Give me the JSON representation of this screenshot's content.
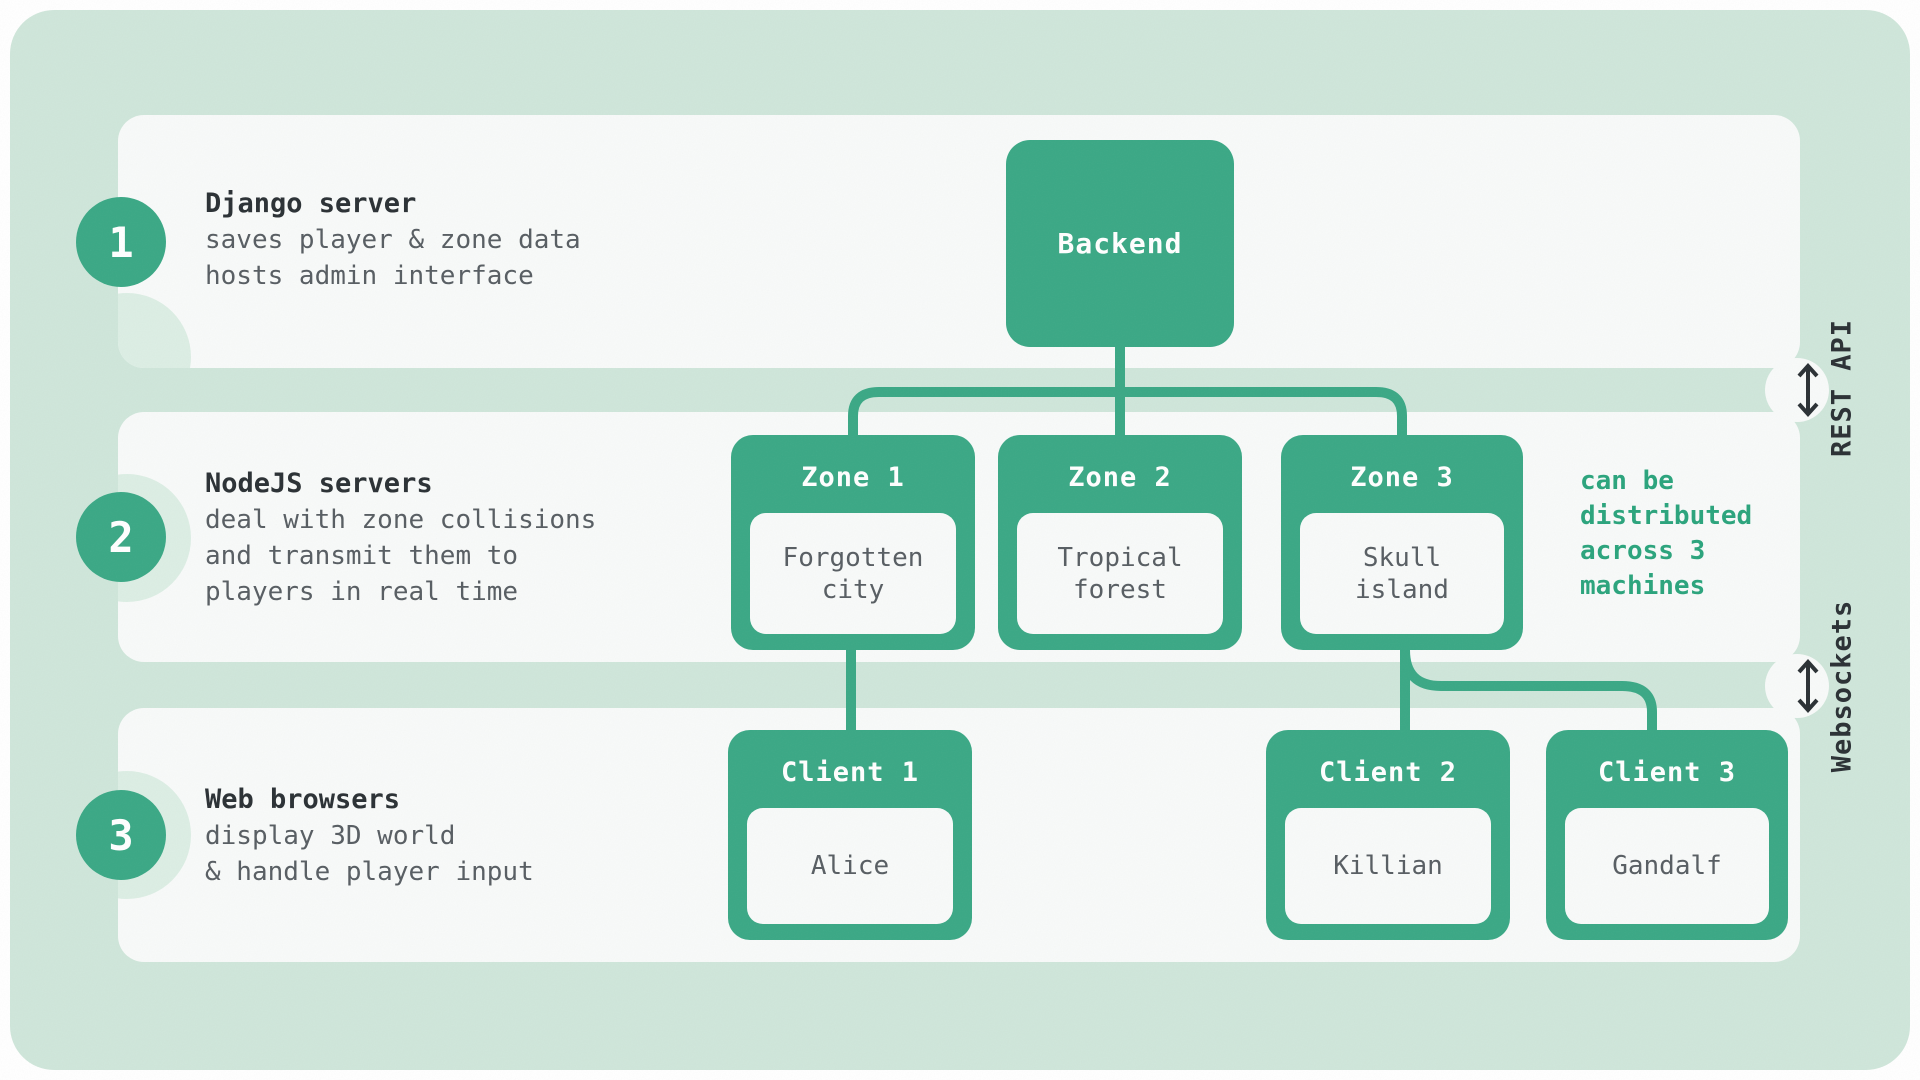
{
  "colors": {
    "mint": "#cfe6da",
    "panel": "#f8faf9",
    "green": "#3aa885",
    "halo": "#dceee4",
    "note": "#2aa47c",
    "ink": "#2a3034",
    "body": "#575d62"
  },
  "layers": [
    {
      "number": "1",
      "title": "Django server",
      "description": [
        "saves player & zone data",
        "hosts admin interface"
      ]
    },
    {
      "number": "2",
      "title": "NodeJS servers",
      "description": [
        "deal with zone collisions",
        "and transmit them to",
        "players in real time"
      ]
    },
    {
      "number": "3",
      "title": "Web browsers",
      "description": [
        "display 3D world",
        "& handle player input"
      ]
    }
  ],
  "nodes": {
    "backend": {
      "label": "Backend"
    },
    "zones": [
      {
        "title": "Zone 1",
        "detail": "Forgotten city"
      },
      {
        "title": "Zone 2",
        "detail": "Tropical forest"
      },
      {
        "title": "Zone 3",
        "detail": "Skull island"
      }
    ],
    "clients": [
      {
        "title": "Client 1",
        "detail": "Alice"
      },
      {
        "title": "Client 2",
        "detail": "Killian"
      },
      {
        "title": "Client 3",
        "detail": "Gandalf"
      }
    ]
  },
  "annotations": {
    "zone_note": "can be distributed across 3 machines",
    "rest_api": "REST API",
    "websockets": "Websockets"
  }
}
